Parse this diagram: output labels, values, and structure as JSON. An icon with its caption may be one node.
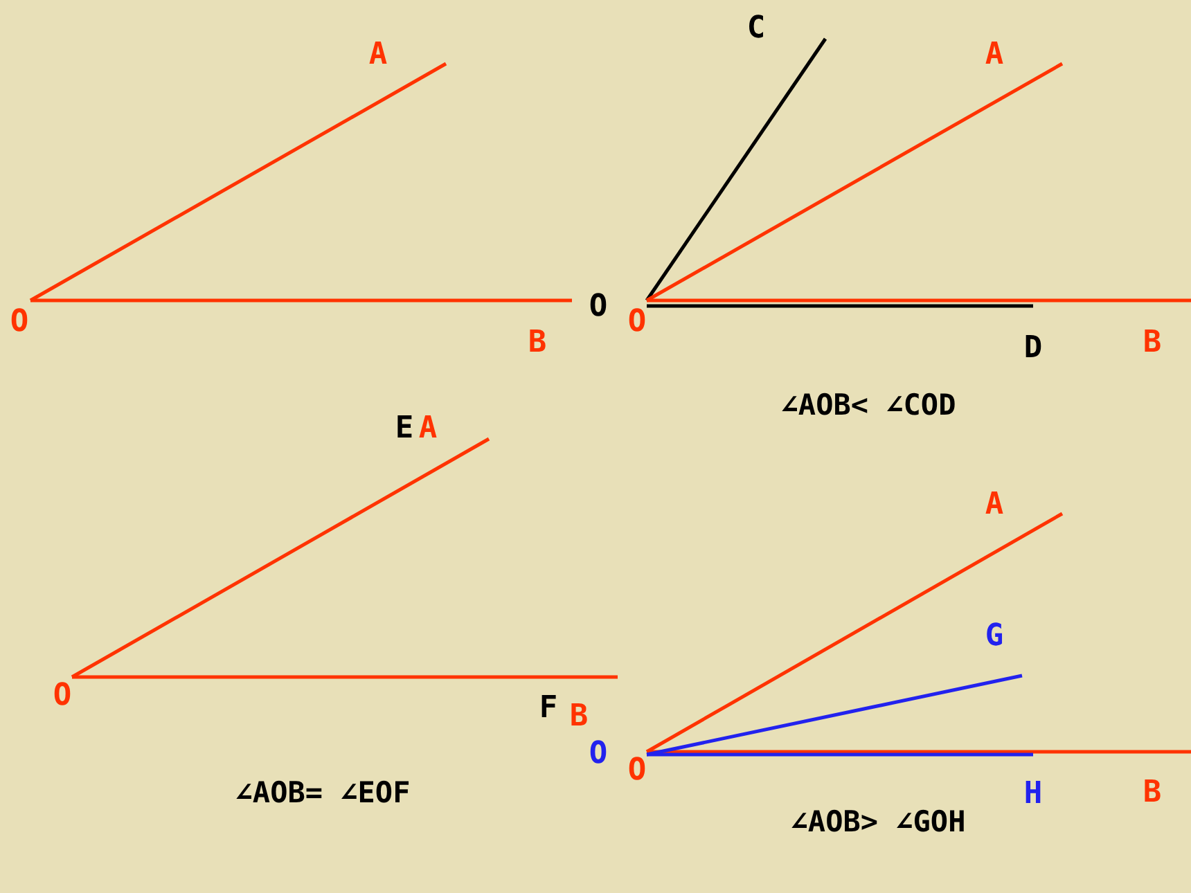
{
  "diagram": {
    "labels": [
      "C",
      "A",
      "A",
      "O",
      "O",
      "O",
      "B",
      "D",
      "B",
      "∠AOB< ∠COD",
      "E",
      "A",
      "A",
      "G",
      "O",
      "F",
      "B",
      "O",
      "O",
      "∠AOB= ∠EOF",
      "H",
      "B",
      "∠AOB> ∠GOH"
    ]
  }
}
